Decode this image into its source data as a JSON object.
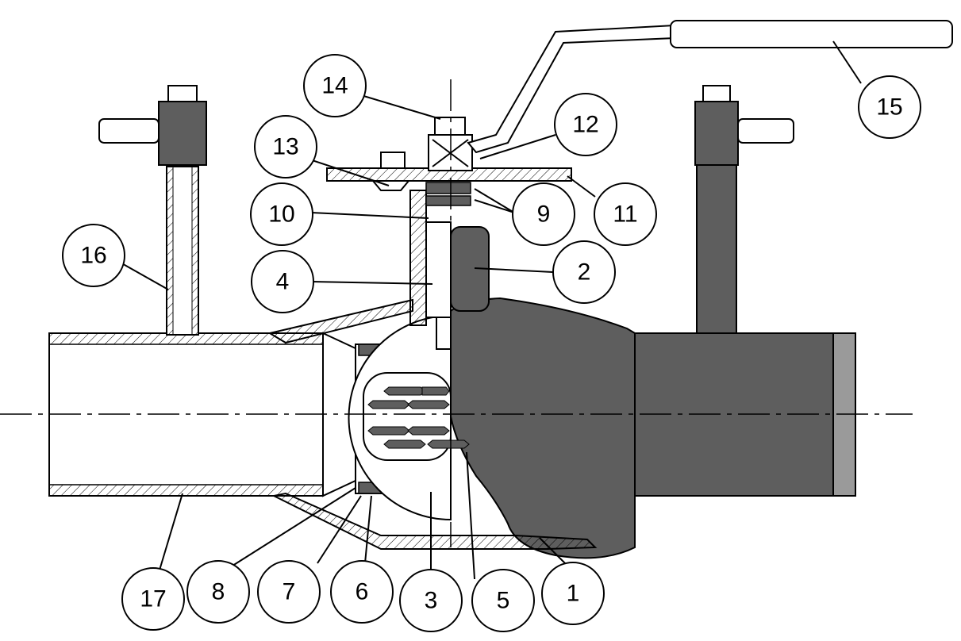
{
  "colors": {
    "line": "#000000",
    "body_fill": "#5e5e5e",
    "end_fill": "#9a9a9a",
    "background": "#ffffff",
    "paper": "#ffffff"
  },
  "callouts": {
    "c1": "1",
    "c2": "2",
    "c3": "3",
    "c4": "4",
    "c5": "5",
    "c6": "6",
    "c7": "7",
    "c8": "8",
    "c9": "9",
    "c10": "10",
    "c11": "11",
    "c12": "12",
    "c13": "13",
    "c14": "14",
    "c15": "15",
    "c16": "16",
    "c17": "17"
  }
}
